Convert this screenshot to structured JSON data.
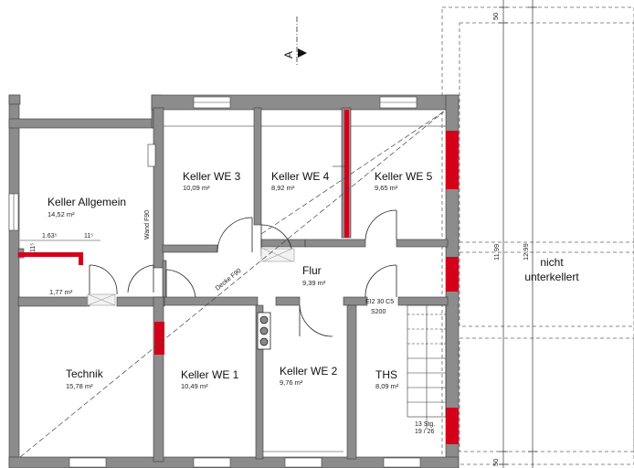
{
  "section_marker": {
    "letter": "A"
  },
  "rooms": [
    {
      "id": "keller-allgemein",
      "name": "Keller Allgemein",
      "area": "14,52 m²"
    },
    {
      "id": "keller-we3",
      "name": "Keller WE 3",
      "area": "10,09 m²"
    },
    {
      "id": "keller-we4",
      "name": "Keller WE 4",
      "area": "8,92 m²"
    },
    {
      "id": "keller-we5",
      "name": "Keller WE 5",
      "area": "9,65 m²"
    },
    {
      "id": "flur",
      "name": "Flur",
      "area": "9,39 m²"
    },
    {
      "id": "vorraum",
      "name": "",
      "area": "1,77 m²"
    },
    {
      "id": "technik",
      "name": "Technik",
      "area": "15,78 m²"
    },
    {
      "id": "keller-we1",
      "name": "Keller WE 1",
      "area": "10,49 m²"
    },
    {
      "id": "keller-we2",
      "name": "Keller WE 2",
      "area": "9,76 m²"
    },
    {
      "id": "ths",
      "name": "THS",
      "area": "8,09 m²"
    }
  ],
  "labels": {
    "wand_f90": "Wand F90",
    "decke_f90": "Decke F90",
    "ei2_1": "EI2 30 C5",
    "ei2_2": "S200",
    "dim_163": "1.63⁵",
    "dim_11a": "11⁵",
    "dim_11b": "11⁵",
    "stair_1": "13 Stg.",
    "stair_2": "19 / 26"
  },
  "right_area": {
    "line1": "nicht",
    "line2": "unterkellert",
    "dim_top": "50",
    "dim_bottom": "50",
    "dim_v1": "11.99",
    "dim_v2": "12.99"
  },
  "colors": {
    "wall": "#8c8c8c",
    "fire_wall": "#d4001a",
    "dashed": "#555555"
  }
}
